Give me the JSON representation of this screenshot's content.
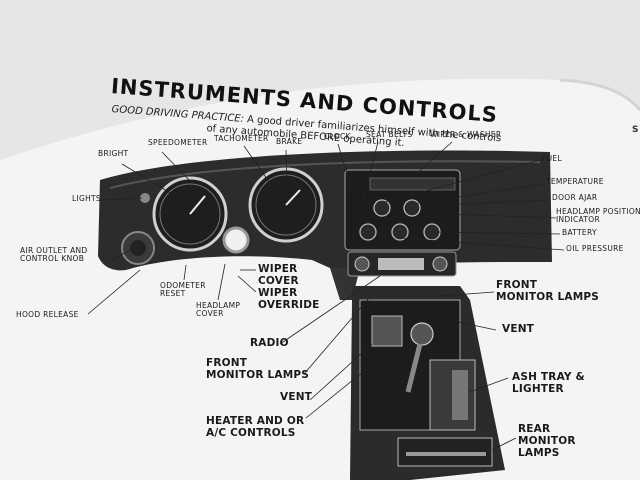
{
  "title": "INSTRUMENTS AND CONTROLS",
  "subtitle_label": "GOOD DRIVING PRACTICE:",
  "subtitle_line1": "A good driver familiarizes himself with the controls",
  "subtitle_line2": "of any automobile BEFORE operating it.",
  "labels": {
    "bright": "BRIGHT",
    "speedometer": "SPEEDOMETER",
    "tachometer": "TACHOMETER",
    "brake": "BRAKE",
    "clock": "CLOCK",
    "seat_belts": "SEAT BELTS",
    "wiper_washer": "WIPER & WASHER",
    "fuel": "FUEL",
    "temperature": "TEMPERATURE",
    "door_ajar": "DOOR AJAR",
    "headlamp_position_1": "HEADLAMP POSITION",
    "headlamp_position_2": "INDICATOR",
    "battery": "BATTERY",
    "oil_pressure": "OIL PRESSURE",
    "lights": "LIGHTS",
    "air_outlet_1": "AIR OUTLET AND",
    "air_outlet_2": "CONTROL KNOB",
    "hood_release": "HOOD RELEASE",
    "odometer_1": "ODOMETER",
    "odometer_2": "RESET",
    "headlamp_cover_1": "HEADLAMP",
    "headlamp_cover_2": "COVER",
    "wiper_cover_1": "WIPER",
    "wiper_cover_2": "COVER",
    "wiper_override_1": "WIPER",
    "wiper_override_2": "OVERRIDE",
    "front_monitor_right_1": "FRONT",
    "front_monitor_right_2": "MONITOR LAMPS",
    "radio": "RADIO",
    "front_monitor_left_1": "FRONT",
    "front_monitor_left_2": "MONITOR LAMPS",
    "vent_right": "VENT",
    "vent_left": "VENT",
    "ash_tray_1": "ASH TRAY &",
    "ash_tray_2": "LIGHTER",
    "heater_1": "HEATER AND OR",
    "heater_2": "A/C CONTROLS",
    "rear_monitor_1": "REAR",
    "rear_monitor_2": "MONITOR",
    "rear_monitor_3": "LAMPS"
  },
  "colors": {
    "page": "#f4f4f2",
    "background": "#e9e9e9",
    "ink": "#111111",
    "dash_dark": "#2a2a2a"
  }
}
